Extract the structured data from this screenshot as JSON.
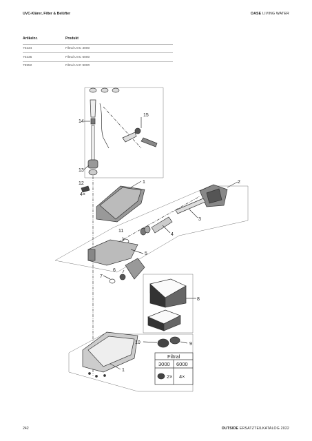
{
  "header": {
    "left_title": "UVC-Klärer, Filter & Belüfter",
    "brand_bold": "OASE",
    "brand_rest": " LIVING WATER"
  },
  "parts_table": {
    "col_article": "Artikelnr.",
    "col_product": "Produkt",
    "rows": [
      {
        "article": "70234",
        "product": "Filtral UVC 3000"
      },
      {
        "article": "70235",
        "product": "Filtral UVC 6000"
      },
      {
        "article": "75952",
        "product": "Filtral UVC 9000"
      }
    ]
  },
  "diagram": {
    "labels": {
      "l1a": "1",
      "l1b": "1",
      "l2": "2",
      "l3": "3",
      "l4": "4",
      "l5": "5",
      "l6": "6",
      "l7": "7",
      "l8": "8",
      "l9": "9",
      "l10": "10",
      "l11": "11",
      "l12": "12",
      "l13": "13",
      "l14": "14",
      "l15": "15",
      "qty4": "4×"
    },
    "filter_table": {
      "title": "Filtral",
      "col_a": "3000",
      "col_b": "6000",
      "qty_a": "2×",
      "qty_b": "4×"
    }
  },
  "footer": {
    "page_number": "242",
    "catalog_bold": "OUTSIDE",
    "catalog_rest": " ERSATZTEILKATALOG 2022"
  }
}
